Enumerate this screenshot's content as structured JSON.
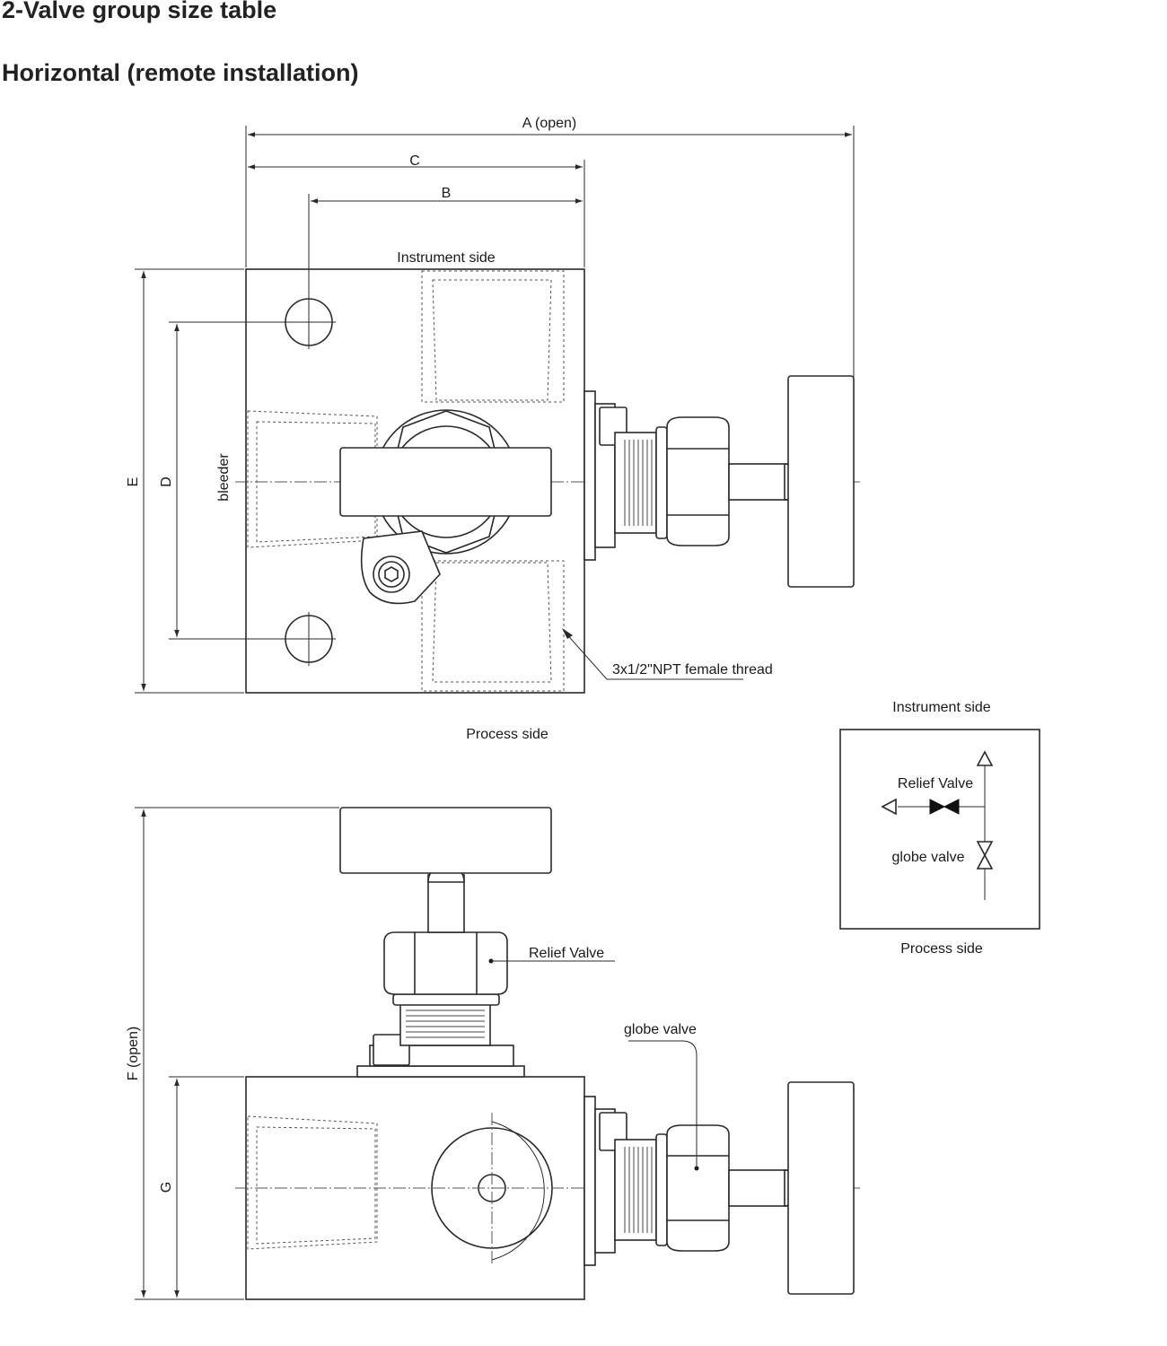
{
  "headings": {
    "title": "2-Valve group size table",
    "subtitle": "Horizontal (remote installation)"
  },
  "top_view": {
    "dim_a": "A (open)",
    "dim_b": "B",
    "dim_c": "C",
    "dim_d": "D",
    "dim_e": "E",
    "instrument_side": "Instrument side",
    "process_side": "Process side",
    "bleeder": "bleeder",
    "thread_note": "3x1/2\"NPT female thread"
  },
  "front_view": {
    "dim_f": "F (open)",
    "dim_g": "G",
    "relief_valve": "Relief Valve",
    "globe_valve": "globe valve"
  },
  "schematic": {
    "instrument_side": "Instrument side",
    "process_side": "Process side",
    "relief_valve": "Relief Valve",
    "globe_valve": "globe valve"
  },
  "colors": {
    "line": "#2a2a2a",
    "text": "#1a1a1a",
    "background": "#ffffff"
  }
}
